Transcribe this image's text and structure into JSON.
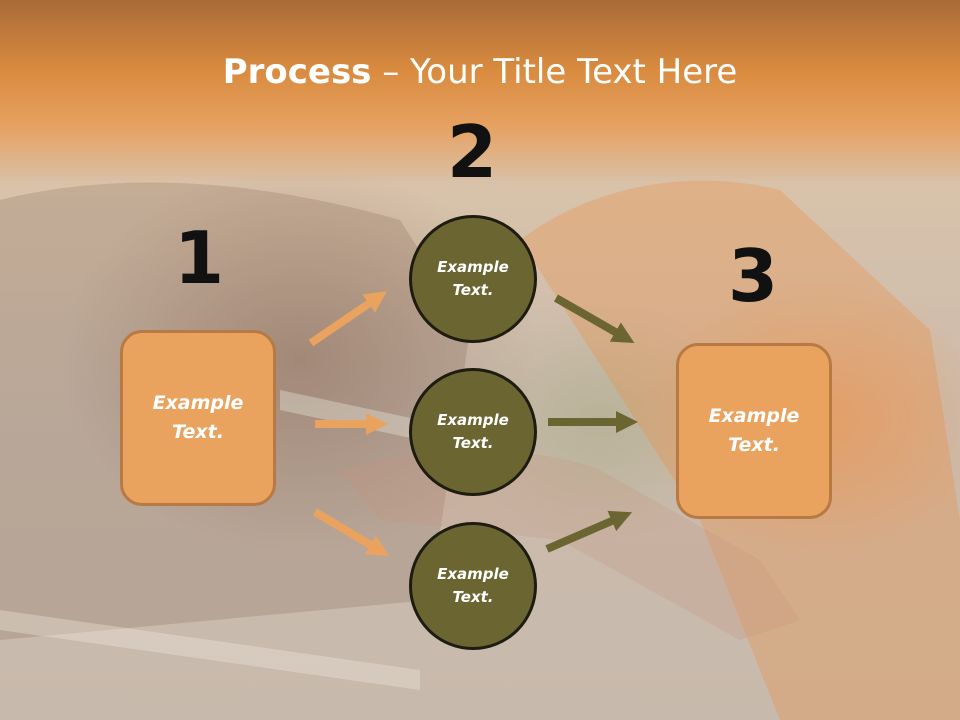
{
  "slide": {
    "title_bold": "Process",
    "title_rest": " – Your Title Text Here"
  },
  "steps": [
    {
      "number": "1",
      "text": "Example\nText."
    },
    {
      "number": "2",
      "items": [
        "Example\nText.",
        "Example\nText.",
        "Example\nText."
      ]
    },
    {
      "number": "3",
      "text": "Example\nText."
    }
  ],
  "colors": {
    "box_fill": "#e9a35f",
    "circle_fill": "#6b6532",
    "arrow_orange": "#e9a35f",
    "arrow_olive": "#6b6532",
    "number": "#111111"
  }
}
